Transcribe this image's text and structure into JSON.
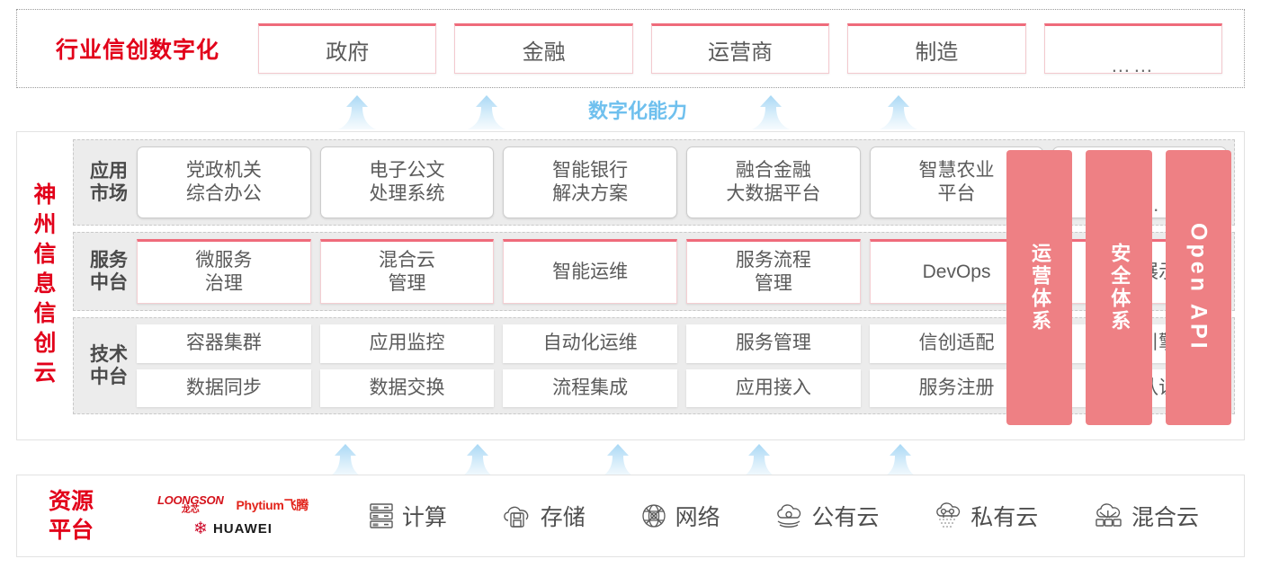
{
  "industry": {
    "title": "行业信创数字化",
    "boxes": [
      {
        "label": "政府"
      },
      {
        "label": "金融"
      },
      {
        "label": "运营商"
      },
      {
        "label": "制造"
      },
      {
        "label": "……"
      }
    ]
  },
  "capability": {
    "label": "数字化能力",
    "arrow_count_top": 4,
    "arrow_count_bottom": 5
  },
  "cloud": {
    "side_label": "神州信息信创云",
    "rows": [
      {
        "label": "应用市场",
        "cells": [
          "党政机关\n综合办公",
          "电子公文\n处理系统",
          "智能银行\n解决方案",
          "融合金融\n大数据平台",
          "智慧农业\n平台",
          "……"
        ]
      },
      {
        "label": "服务中台",
        "cells": [
          "微服务\n治理",
          "混合云\n管理",
          "智能运维",
          "服务流程\n管理",
          "DevOps",
          "大屏展示"
        ]
      },
      {
        "label": "技术中台",
        "row1": [
          "容器集群",
          "应用监控",
          "自动化运维",
          "服务管理",
          "信创适配",
          "流程引擎"
        ],
        "row2": [
          "数据同步",
          "数据交换",
          "流程集成",
          "应用接入",
          "服务注册",
          "统一认证"
        ]
      }
    ],
    "pink_columns": [
      {
        "label": "运营体系",
        "orientation": "upright"
      },
      {
        "label": "安全体系",
        "orientation": "upright"
      },
      {
        "label": "Open API",
        "orientation": "rotated"
      }
    ]
  },
  "resource": {
    "title": "资源平台",
    "vendors": [
      {
        "name": "loongson",
        "en": "LOONGSON",
        "cn": "龙芯"
      },
      {
        "name": "phytium",
        "text": "Phytium飞腾"
      },
      {
        "name": "huawei",
        "text": "HUAWEI"
      }
    ],
    "items": [
      {
        "label": "计算",
        "icon": "server-icon"
      },
      {
        "label": "存储",
        "icon": "cloud-storage-icon"
      },
      {
        "label": "网络",
        "icon": "network-globe-icon"
      },
      {
        "label": "公有云",
        "icon": "public-cloud-icon"
      },
      {
        "label": "私有云",
        "icon": "private-cloud-icon"
      },
      {
        "label": "混合云",
        "icon": "hybrid-cloud-icon"
      }
    ]
  },
  "colors": {
    "brand_red": "#E2001A",
    "accent_pink": "#EE8084",
    "accent_blue": "#6FC0EE",
    "panel_gray": "#ECECEC"
  }
}
